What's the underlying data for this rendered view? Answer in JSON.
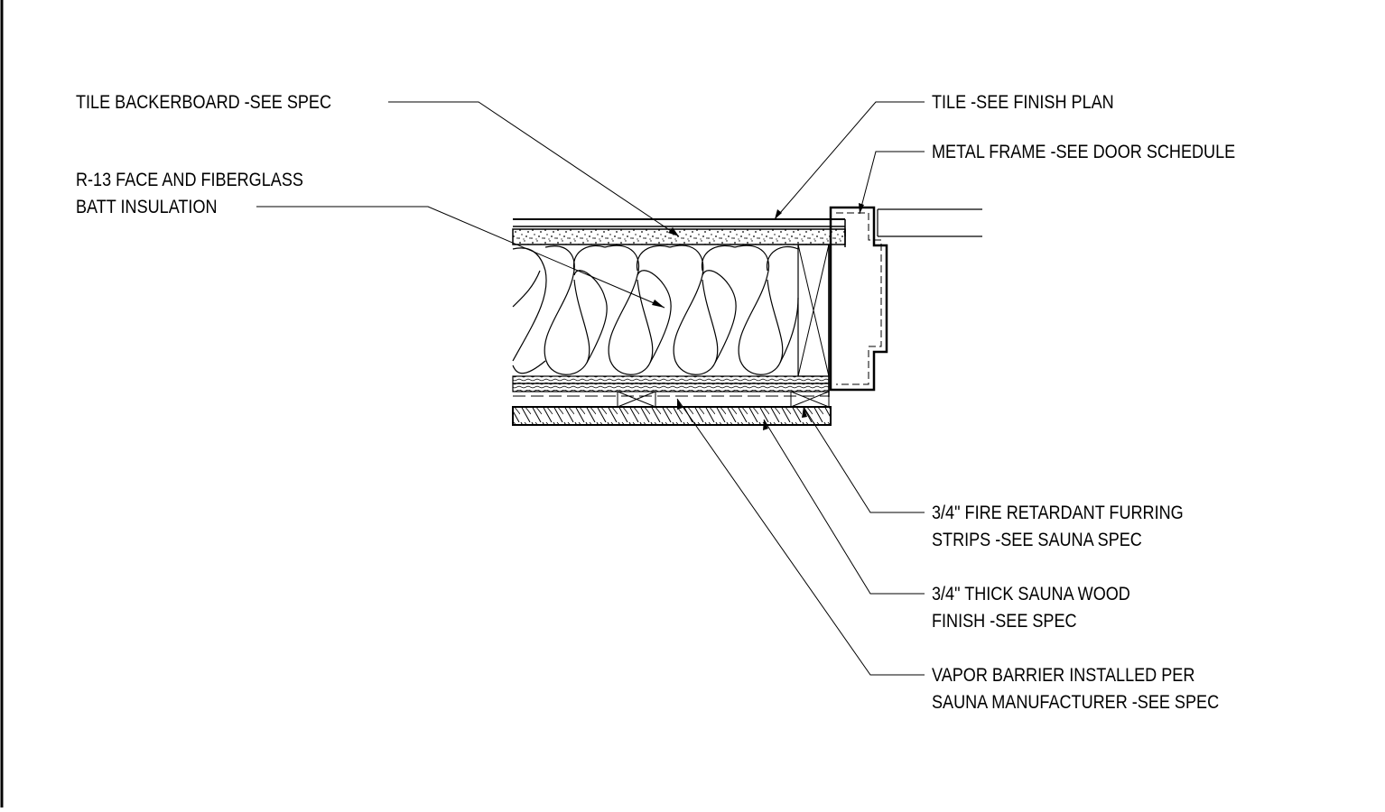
{
  "drawing": {
    "labels": {
      "tile_backerboard": "TILE BACKERBOARD -SEE SPEC",
      "insulation_line1": "R-13 FACE AND FIBERGLASS",
      "insulation_line2": "BATT INSULATION",
      "tile": "TILE -SEE FINISH PLAN",
      "metal_frame": "METAL FRAME -SEE DOOR SCHEDULE",
      "furring_line1": "3/4\" FIRE RETARDANT FURRING",
      "furring_line2": "STRIPS -SEE SAUNA SPEC",
      "wood_line1": "3/4\" THICK SAUNA WOOD",
      "wood_line2": "FINISH -SEE SPEC",
      "vapor_line1": "VAPOR BARRIER INSTALLED PER",
      "vapor_line2": "SAUNA MANUFACTURER -SEE SPEC"
    },
    "colors": {
      "line": "#000000",
      "background": "#ffffff"
    }
  }
}
